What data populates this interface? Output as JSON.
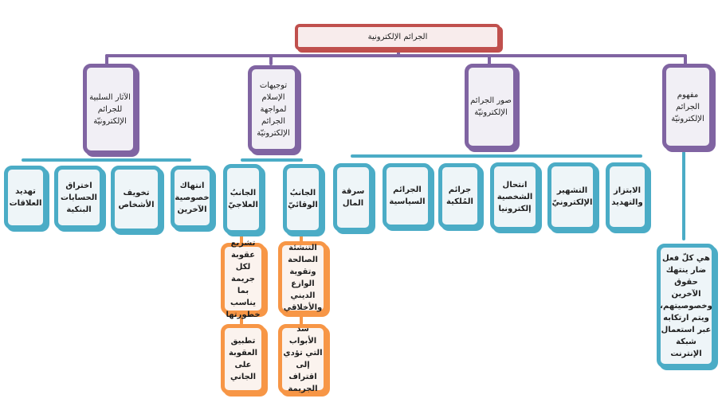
{
  "root": {
    "label": "الجرائم الإلكترونية"
  },
  "branches": {
    "effects": {
      "label": "الآثار السلبية للجرائم الإلكترونيّة",
      "children": [
        "تهديد العلاقات",
        "اختراق الحسابات البنكية",
        "تخويف الأشخاص",
        "انتهاك خصوصية الآخرين"
      ]
    },
    "islam": {
      "label": "توجيهات الإسلام لمواجهة الجرائم الإلكترونيّة",
      "therapeutic": {
        "label": "الجانبُ العلاجيّ",
        "children": [
          "تشريع عقوبة لكل جريمة بما يناسب خطورتها",
          "تطبيق العقوبة على الجاني"
        ]
      },
      "preventive": {
        "label": "الجانبُ الوقائيّ",
        "children": [
          "التنشئة الصالحة وتقوية الوازع الديني والأخلاقي",
          "سد الأبواب التي تؤدي إلى اقتراف الجريمة"
        ]
      }
    },
    "forms": {
      "label": "صور الجرائم الإلكترونيّة",
      "children": [
        "سرقة المال",
        "الجرائم السياسية",
        "جرائم المُلكية",
        "انتحال الشخصية إلكترونيا",
        "التشهير الإلكترونيّ",
        "الابتزاز والتهديد"
      ]
    },
    "concept": {
      "label": "مفهوم الجرائم الإلكترونيّة",
      "definition": "هي كلّ فعل ضار ينتهك حقوق الآخرين وخصوصيتهم، ويتم ارتكابه عبر استعمال شبكة الإنترنت"
    }
  },
  "colors": {
    "root": "#c0504d",
    "level1": "#8064a2",
    "level2": "#4bacc6",
    "level3": "#f79646"
  }
}
